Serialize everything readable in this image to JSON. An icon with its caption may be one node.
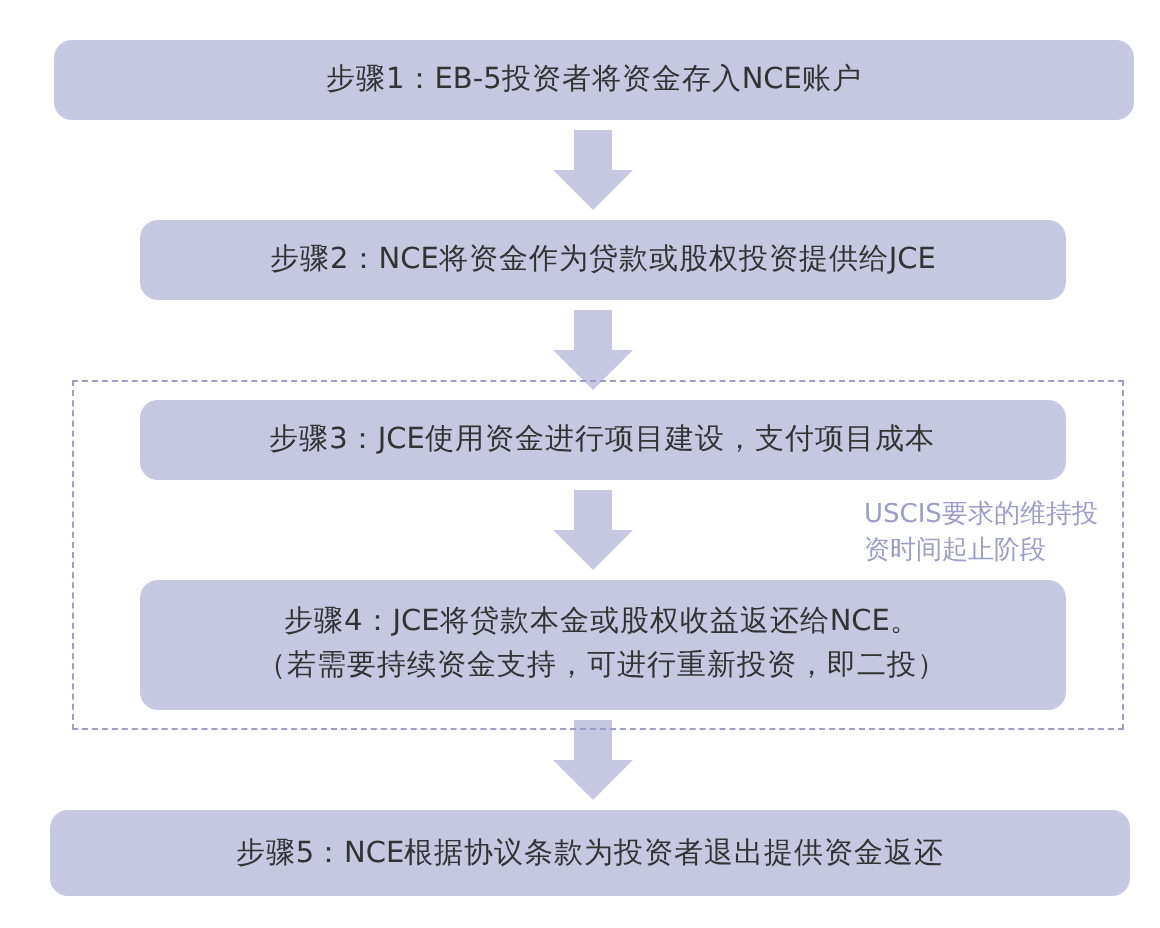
{
  "diagram": {
    "nodes": [
      {
        "text": [
          "步骤1：EB-5投资者将资金存入NCE账户"
        ]
      },
      {
        "text": [
          "步骤2：NCE将资金作为贷款或股权投资提供给JCE"
        ]
      },
      {
        "text": [
          "USCIS要求的维持投资时间起止阶段"
        ]
      },
      {
        "text": [
          "步骤3：JCE使用资金进行项目建设，支付项目成本"
        ],
        "in": 2
      },
      {
        "text": [
          "步骤4：JCE将贷款本金或股权收益返还给NCE。",
          "（若需要持续资金支持，可进行重新投资，即二投）"
        ],
        "in": 2
      },
      {
        "text": [
          "步骤5：NCE根据协议条款为投资者退出提供资金返还"
        ]
      }
    ],
    "edges": [
      {
        "from": 0,
        "to": 1,
        "arrow": "to"
      },
      {
        "from": 1,
        "to": 3,
        "arrow": "to"
      },
      {
        "from": 3,
        "to": 4,
        "arrow": "to"
      },
      {
        "from": 4,
        "to": 5,
        "arrow": "to"
      }
    ]
  }
}
